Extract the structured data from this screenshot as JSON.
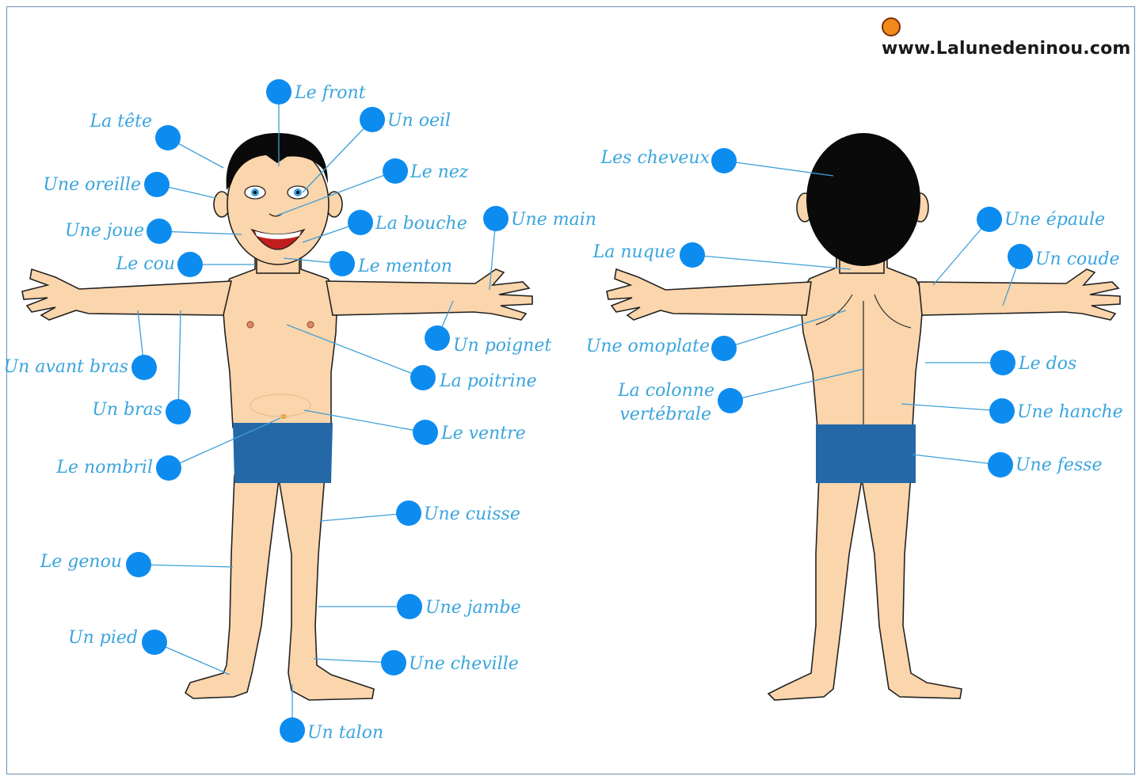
{
  "site": {
    "url_text": "www.Lalunedeninou.com",
    "logo_icon": "ladybug-icon"
  },
  "colors": {
    "label": "#3aa5dd",
    "dot": "#0d8cf0",
    "line": "#3e9fd8",
    "skin": "#fbd5ab",
    "hair": "#0a0a0a",
    "shorts": "#2468a8"
  },
  "front_labels": {
    "front": "Le front",
    "oeil": "Un oeil",
    "tete": "La tête",
    "nez": "Le nez",
    "oreille": "Une oreille",
    "bouche": "La bouche",
    "joue": "Une joue",
    "cou": "Le cou",
    "menton": "Le menton",
    "main": "Une main",
    "poignet": "Un poignet",
    "avant_bras": "Un avant bras",
    "poitrine": "La poitrine",
    "bras": "Un bras",
    "ventre": "Le ventre",
    "nombril": "Le nombril",
    "cuisse": "Une cuisse",
    "genou": "Le genou",
    "jambe": "Une jambe",
    "pied": "Un pied",
    "cheville": "Une cheville",
    "talon": "Un talon"
  },
  "back_labels": {
    "cheveux": "Les cheveux",
    "epaule": "Une épaule",
    "nuque": "La nuque",
    "coude": "Un coude",
    "omoplate": "Une omoplate",
    "dos": "Le dos",
    "colonne_1": "La colonne",
    "colonne_2": "vertébrale",
    "hanche": "Une hanche",
    "fesse": "Une fesse"
  }
}
